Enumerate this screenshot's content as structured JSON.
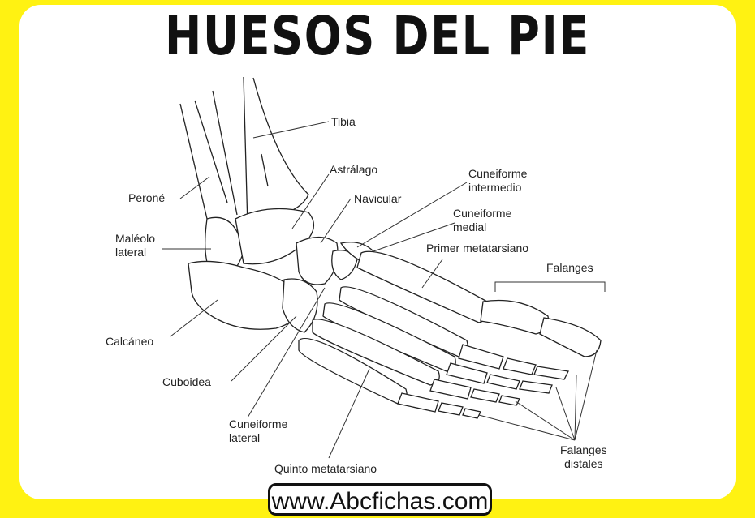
{
  "title": "HUESOS DEL PIE",
  "labels": {
    "tibia": "Tibia",
    "astragalo": "Astrálago",
    "navicular": "Navicular",
    "cuneiforme_intermedio": [
      "Cuneiforme",
      "intermedio"
    ],
    "cuneiforme_medial": [
      "Cuneiforme",
      "medial"
    ],
    "primer_metatarsiano": "Primer metatarsiano",
    "falanges": "Falanges",
    "perone": "Peroné",
    "maleolo_lateral": [
      "Maléolo",
      "lateral"
    ],
    "calcaneo": "Calcáneo",
    "cuboidea": "Cuboidea",
    "cuneiforme_lateral": [
      "Cuneiforme",
      "lateral"
    ],
    "quinto_metatarsiano": "Quinto metatarsiano",
    "falanges_distales": [
      "Falanges",
      "distales"
    ]
  },
  "footer_url": "www.Abcfichas.com",
  "colors": {
    "border": "#FFF212",
    "ink": "#111111"
  }
}
